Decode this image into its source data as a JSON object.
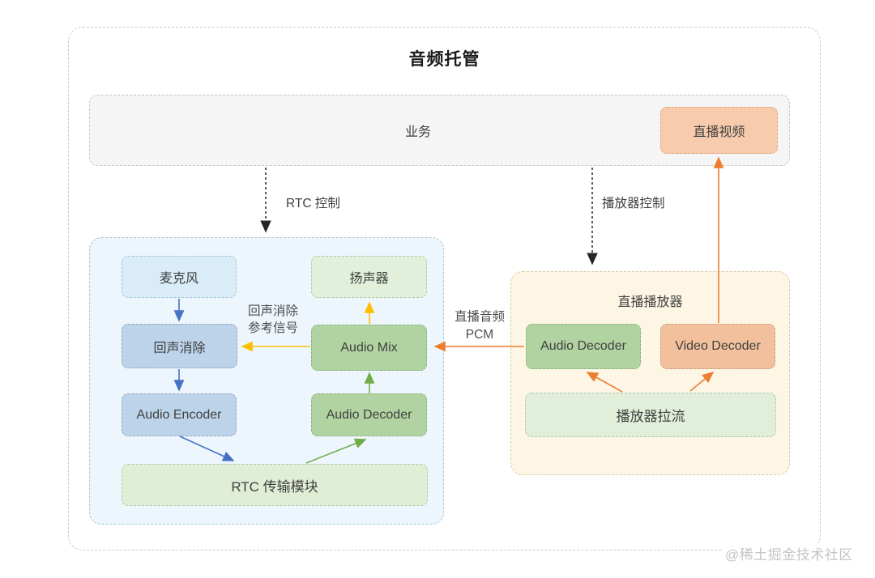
{
  "title": "音频托管",
  "business": {
    "label": "业务",
    "live_video_label": "直播视频"
  },
  "control_edges": {
    "rtc_control_label": "RTC 控制",
    "player_control_label": "播放器控制"
  },
  "signal_edges": {
    "echo_ref_line1": "回声消除",
    "echo_ref_line2": "参考信号",
    "pcm_line1": "直播音频",
    "pcm_line2": "PCM"
  },
  "rtc_module": {
    "mic_label": "麦克风",
    "echo_cancel_label": "回声消除",
    "audio_encoder_label": "Audio Encoder",
    "speaker_label": "扬声器",
    "audio_mix_label": "Audio Mix",
    "audio_decoder_label": "Audio Decoder",
    "rtc_transport_label": "RTC 传输模块"
  },
  "live_player": {
    "title": "直播播放器",
    "audio_decoder_label": "Audio Decoder",
    "video_decoder_label": "Video Decoder",
    "player_pull_label": "播放器拉流"
  },
  "watermark": "@稀土掘金技术社区",
  "colors": {
    "blue_arrow": "#4472c4",
    "green_arrow": "#70ad47",
    "yellow_arrow": "#ffc000",
    "orange_arrow": "#ed7d31",
    "control_arrow": "#262626",
    "node_blue": "#bcd3e9",
    "node_light_blue": "#d9ecf8",
    "node_green": "#b0d3a1",
    "node_light_green": "#e1eed6",
    "node_peach": "#f8cbad",
    "node_deep_peach": "#f2c09c",
    "rtc_group_bg": "#edf6fc",
    "player_group_bg": "#fdf6e5",
    "business_bg": "#f5f5f6"
  }
}
